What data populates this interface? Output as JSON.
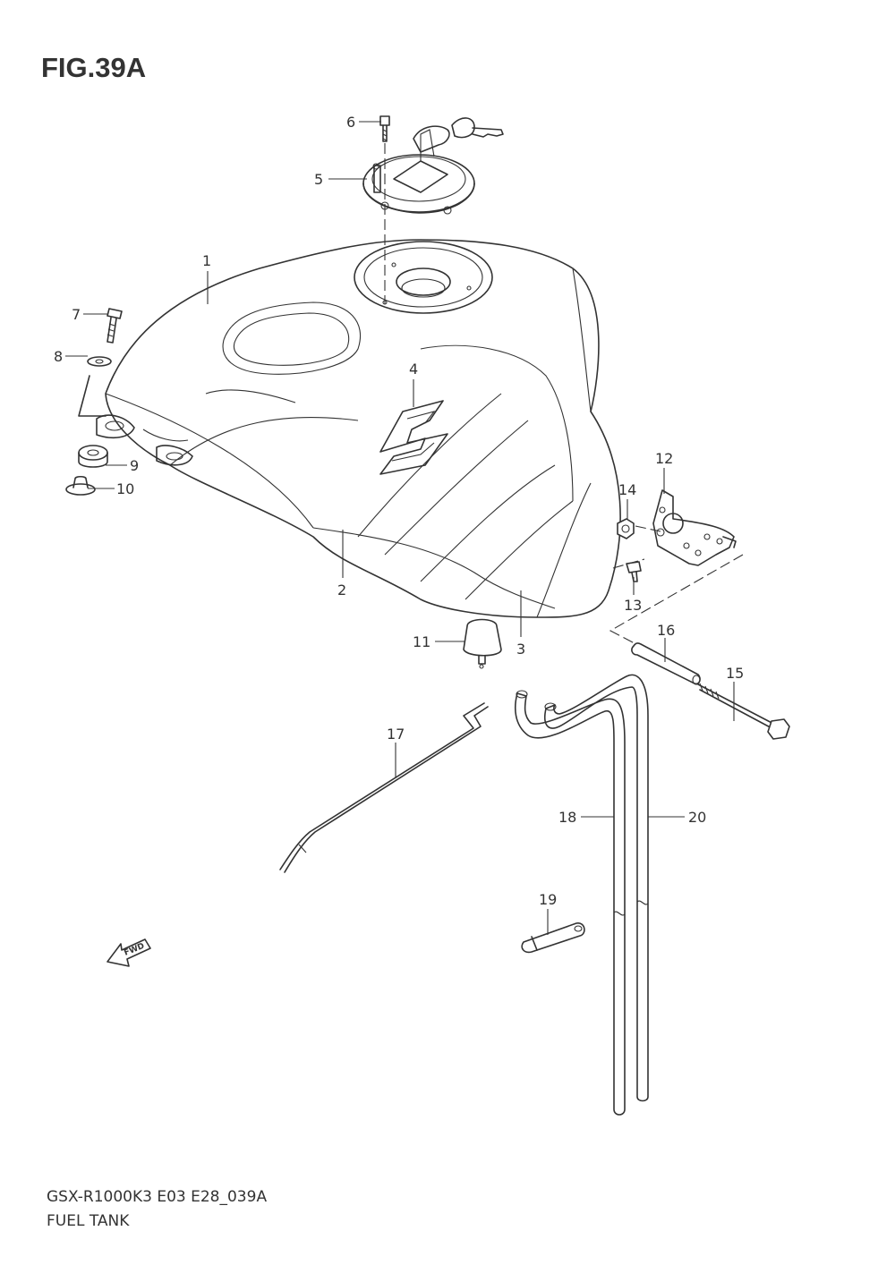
{
  "figure": {
    "title": "FIG.39A",
    "model_code": "GSX-R1000K3 E03 E28_039A",
    "part_name": "FUEL TANK",
    "forward_arrow_label": "FWD"
  },
  "callouts": [
    {
      "id": "1",
      "label": "1"
    },
    {
      "id": "2",
      "label": "2"
    },
    {
      "id": "3",
      "label": "3"
    },
    {
      "id": "4",
      "label": "4"
    },
    {
      "id": "5",
      "label": "5"
    },
    {
      "id": "6",
      "label": "6"
    },
    {
      "id": "7",
      "label": "7"
    },
    {
      "id": "8",
      "label": "8"
    },
    {
      "id": "9",
      "label": "9"
    },
    {
      "id": "10",
      "label": "10"
    },
    {
      "id": "11",
      "label": "11"
    },
    {
      "id": "12",
      "label": "12"
    },
    {
      "id": "13",
      "label": "13"
    },
    {
      "id": "14",
      "label": "14"
    },
    {
      "id": "15",
      "label": "15"
    },
    {
      "id": "16",
      "label": "16"
    },
    {
      "id": "17",
      "label": "17"
    },
    {
      "id": "18",
      "label": "18"
    },
    {
      "id": "19",
      "label": "19"
    },
    {
      "id": "20",
      "label": "20"
    }
  ],
  "colors": {
    "ink": "#333333",
    "paper": "#ffffff"
  }
}
